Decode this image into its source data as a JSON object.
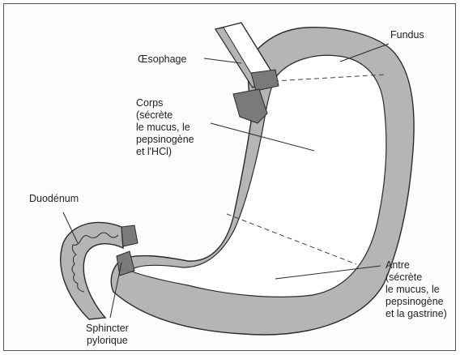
{
  "labels": {
    "fundus": "Fundus",
    "oesophage": "Œsophage",
    "corps": "Corps\n(sécrète\nle mucus, le\npepsinogène\net l'HCl)",
    "duodenum": "Duodénum",
    "antre": "Antre\n(sécrète\nle mucus, le\npepsinogène\net la gastrine)",
    "sphincter": "Sphincter\npylorique"
  },
  "colors": {
    "wall": "#b5b5b5",
    "lumen": "#ffffff",
    "sphincter": "#7a7a7a",
    "outline": "#2a2a2a"
  }
}
